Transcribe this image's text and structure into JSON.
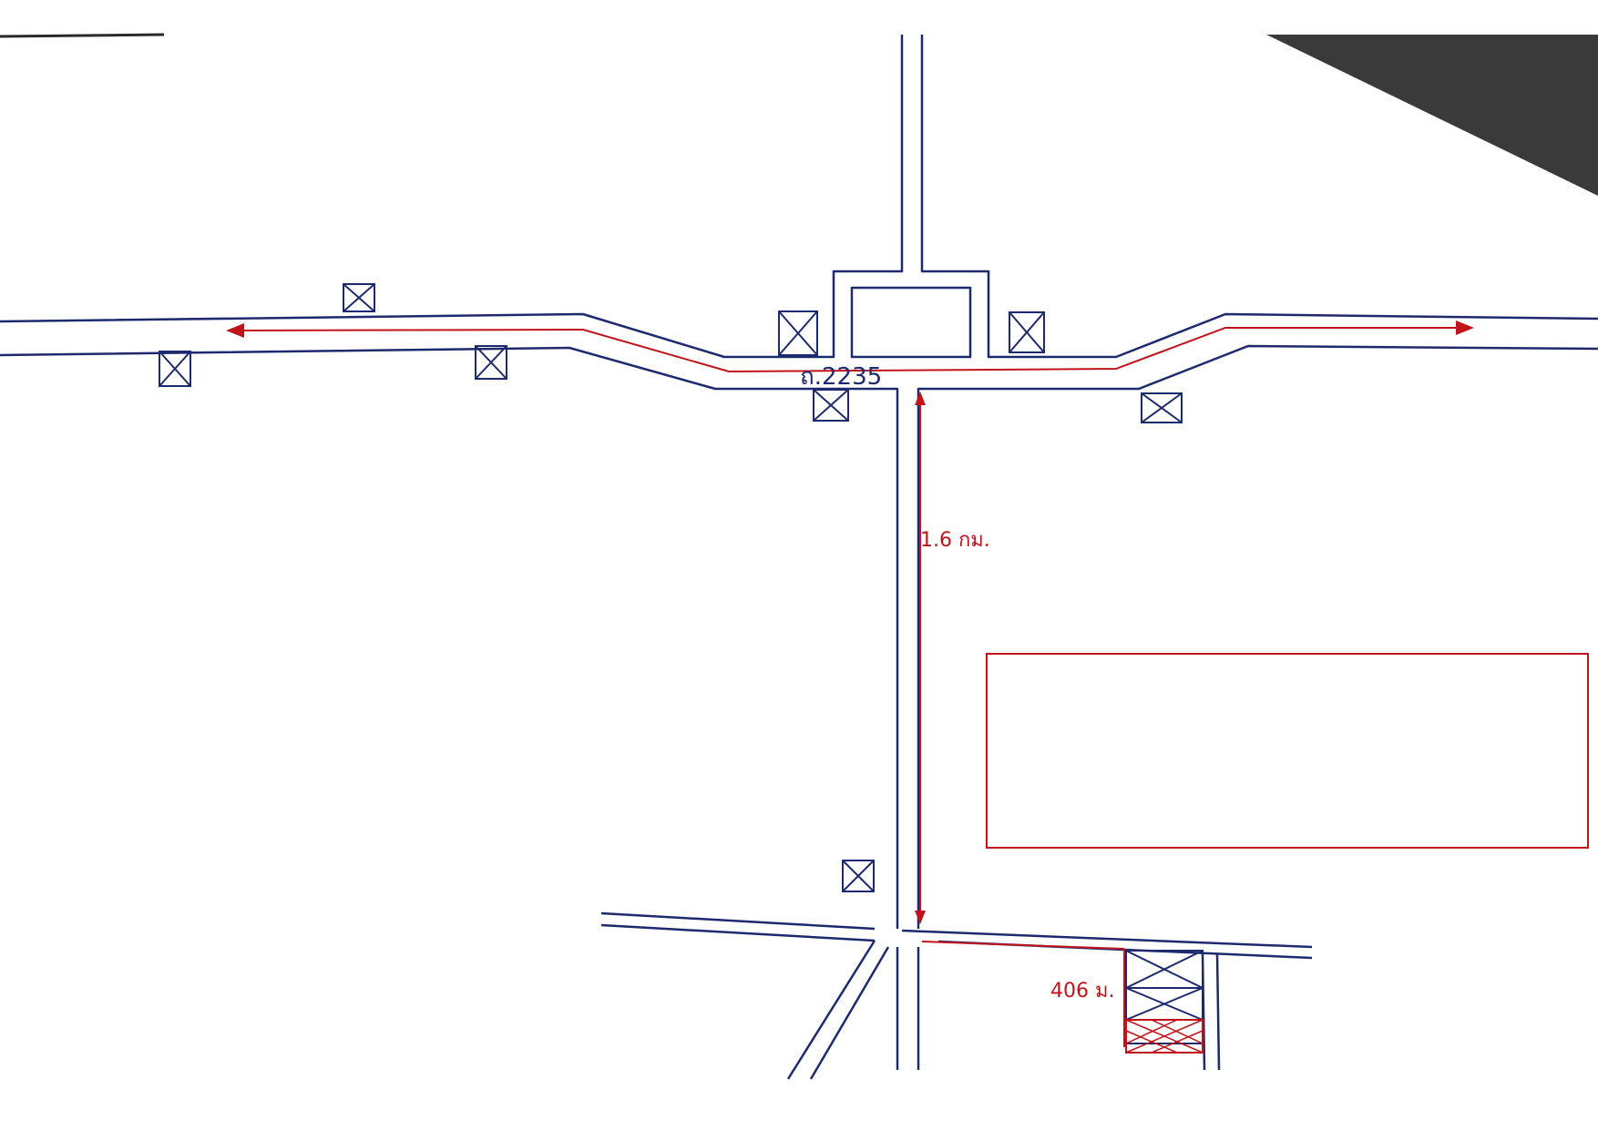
{
  "map": {
    "route_no": "ถ.2235",
    "dest_left": "",
    "dest_right": "",
    "distance_road": "1.6 กม.",
    "distance_spur": "406 ม.",
    "parcel_label": "",
    "landmarks": {
      "school": "",
      "company": "",
      "shop": "",
      "market": "",
      "hardware": "",
      "shrimp_shop": "",
      "resort": "",
      "minimart": ""
    },
    "info_box": {
      "line1": "",
      "line2": "",
      "line3": ""
    }
  }
}
